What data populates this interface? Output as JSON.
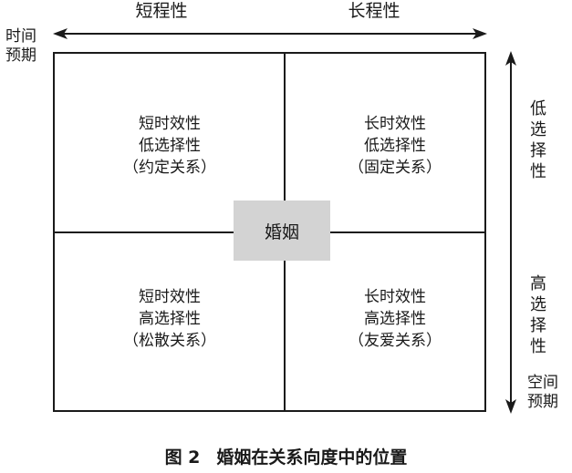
{
  "top_axis": {
    "left_label": "短程性",
    "right_label": "长程性"
  },
  "left_corner": {
    "line1": "时间",
    "line2": "预期"
  },
  "right_corner": {
    "line1": "空间",
    "line2": "预期"
  },
  "right_axis": {
    "upper_label": "低选择性",
    "lower_label": "高选择性"
  },
  "quadrants": {
    "top_left": {
      "line1": "短时效性",
      "line2": "低选择性",
      "line3": "（约定关系）"
    },
    "top_right": {
      "line1": "长时效性",
      "line2": "低选择性",
      "line3": "（固定关系）"
    },
    "bottom_left": {
      "line1": "短时效性",
      "line2": "高选择性",
      "line3": "（松散关系）"
    },
    "bottom_right": {
      "line1": "长时效性",
      "line2": "高选择性",
      "line3": "（友爱关系）"
    }
  },
  "center": {
    "label": "婚姻"
  },
  "caption": {
    "number": "图 2",
    "title": "婚姻在关系向度中的位置"
  }
}
